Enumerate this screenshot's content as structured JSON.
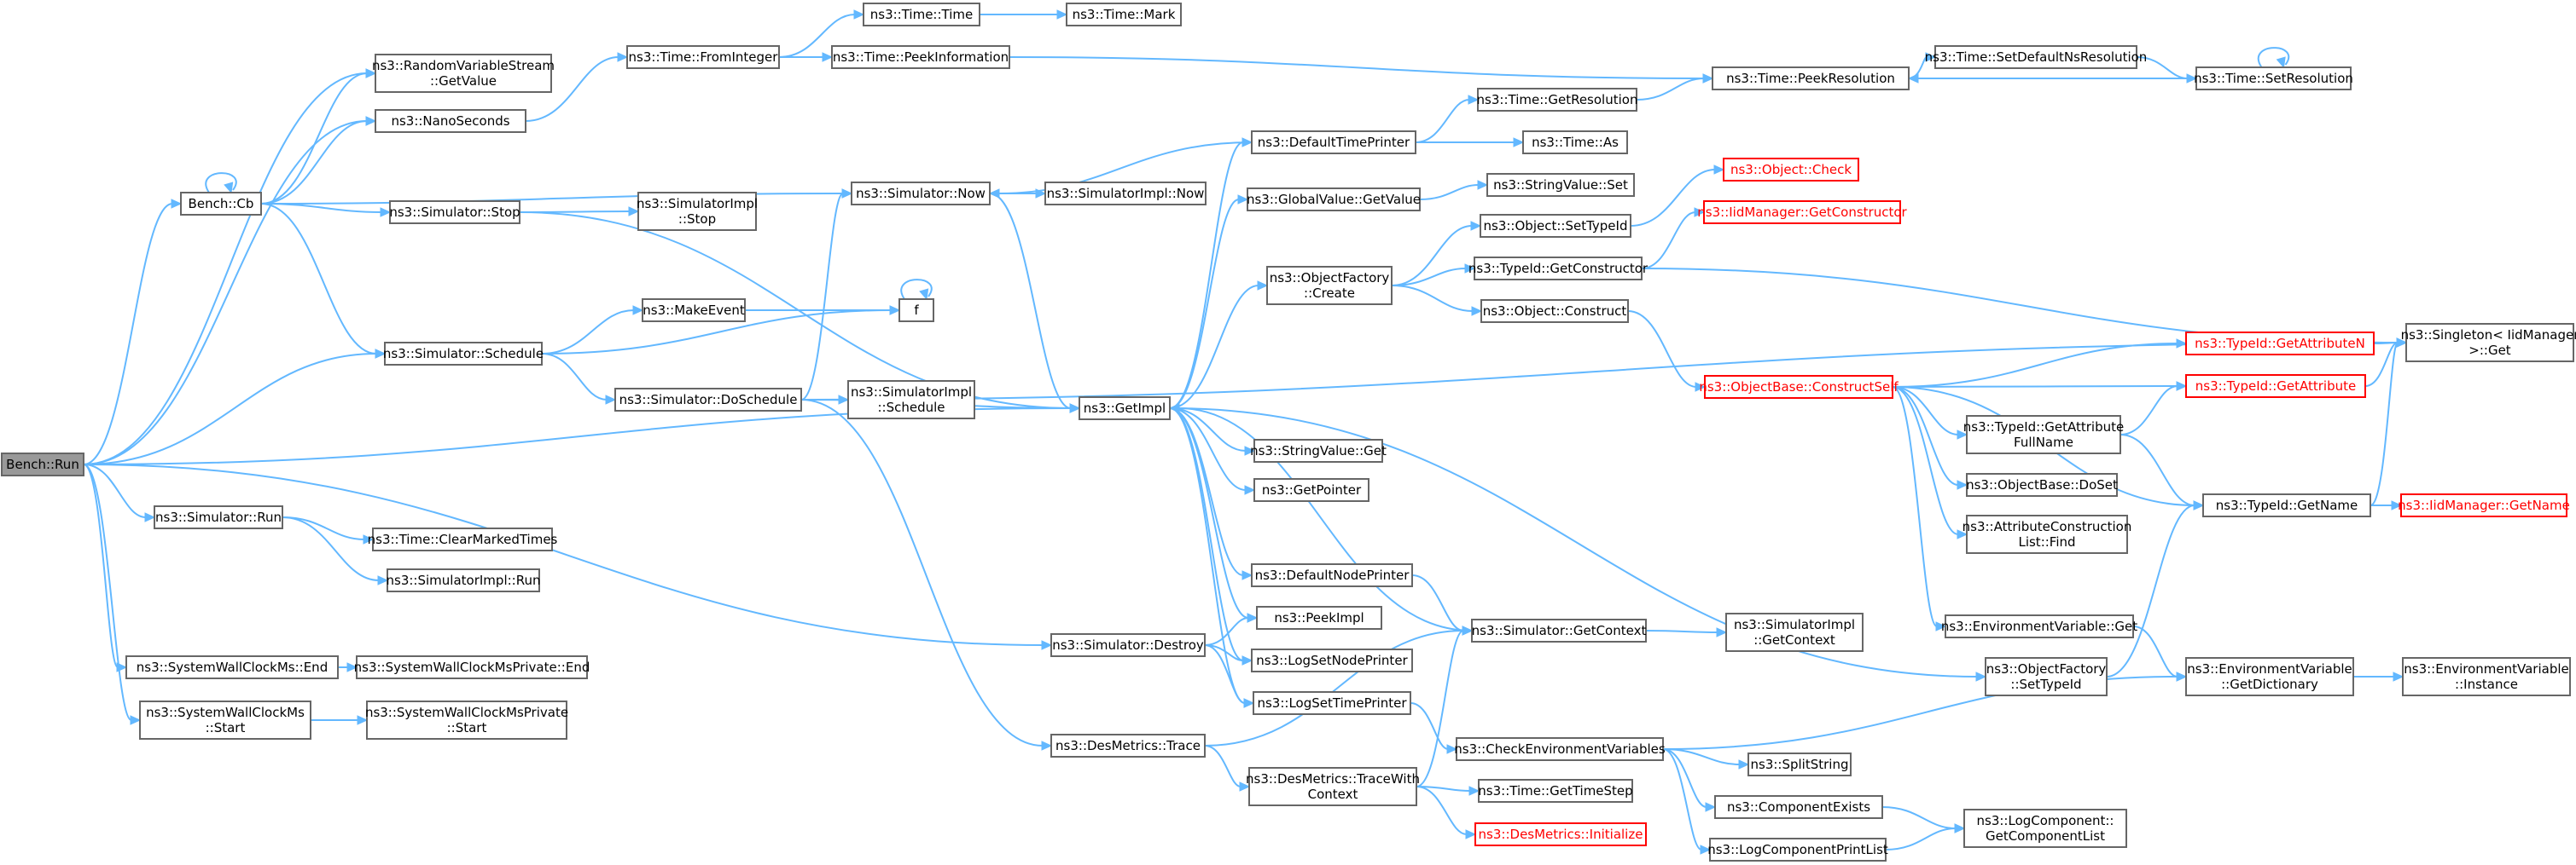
{
  "colors": {
    "edge": "#63b8ff",
    "node_border": "#666666",
    "root_fill": "#999999",
    "truncated_border": "#ff0000",
    "background": "#ffffff"
  },
  "nodes": [
    {
      "id": "run",
      "lines": [
        "Bench::Run"
      ],
      "root": true
    },
    {
      "id": "cb",
      "lines": [
        "Bench::Cb"
      ]
    },
    {
      "id": "rvs",
      "lines": [
        "ns3::RandomVariableStream",
        "::GetValue"
      ]
    },
    {
      "id": "nano",
      "lines": [
        "ns3::NanoSeconds"
      ]
    },
    {
      "id": "fromint",
      "lines": [
        "ns3::Time::FromInteger"
      ]
    },
    {
      "id": "ttime",
      "lines": [
        "ns3::Time::Time"
      ]
    },
    {
      "id": "tmark",
      "lines": [
        "ns3::Time::Mark"
      ]
    },
    {
      "id": "tpeekinfo",
      "lines": [
        "ns3::Time::PeekInformation"
      ]
    },
    {
      "id": "tpeekres",
      "lines": [
        "ns3::Time::PeekResolution"
      ]
    },
    {
      "id": "tsetdef",
      "lines": [
        "ns3::Time::SetDefaultNsResolution"
      ]
    },
    {
      "id": "tsetres",
      "lines": [
        "ns3::Time::SetResolution"
      ]
    },
    {
      "id": "tgetres",
      "lines": [
        "ns3::Time::GetResolution"
      ]
    },
    {
      "id": "tas",
      "lines": [
        "ns3::Time::As"
      ]
    },
    {
      "id": "deftp",
      "lines": [
        "ns3::DefaultTimePrinter"
      ]
    },
    {
      "id": "simnow",
      "lines": [
        "ns3::Simulator::Now"
      ]
    },
    {
      "id": "simimplnow",
      "lines": [
        "ns3::SimulatorImpl::Now"
      ]
    },
    {
      "id": "simstop",
      "lines": [
        "ns3::Simulator::Stop"
      ]
    },
    {
      "id": "simimplstop",
      "lines": [
        "ns3::SimulatorImpl",
        "::Stop"
      ]
    },
    {
      "id": "gvget",
      "lines": [
        "ns3::GlobalValue::GetValue"
      ]
    },
    {
      "id": "svset",
      "lines": [
        "ns3::StringValue::Set"
      ]
    },
    {
      "id": "objcheck",
      "lines": [
        "ns3::Object::Check"
      ],
      "truncated": true
    },
    {
      "id": "iidgetctor",
      "lines": [
        "ns3::IidManager::GetConstructor"
      ],
      "truncated": true
    },
    {
      "id": "objsettid",
      "lines": [
        "ns3::Object::SetTypeId"
      ]
    },
    {
      "id": "ofcreate",
      "lines": [
        "ns3::ObjectFactory",
        "::Create"
      ]
    },
    {
      "id": "tidgetctor",
      "lines": [
        "ns3::TypeId::GetConstructor"
      ]
    },
    {
      "id": "objconstruct",
      "lines": [
        "ns3::Object::Construct"
      ]
    },
    {
      "id": "singleton",
      "lines": [
        "ns3::Singleton< IidManager",
        ">::Get"
      ]
    },
    {
      "id": "makeevent",
      "lines": [
        "ns3::MakeEvent"
      ]
    },
    {
      "id": "f",
      "lines": [
        "f"
      ]
    },
    {
      "id": "simsched",
      "lines": [
        "ns3::Simulator::Schedule"
      ]
    },
    {
      "id": "simdosched",
      "lines": [
        "ns3::Simulator::DoSchedule"
      ]
    },
    {
      "id": "simimplsched",
      "lines": [
        "ns3::SimulatorImpl",
        "::Schedule"
      ]
    },
    {
      "id": "obconstructself",
      "lines": [
        "ns3::ObjectBase::ConstructSelf"
      ],
      "truncated": true
    },
    {
      "id": "tidgetattrn",
      "lines": [
        "ns3::TypeId::GetAttributeN"
      ],
      "truncated": true
    },
    {
      "id": "tidgetattr",
      "lines": [
        "ns3::TypeId::GetAttribute"
      ],
      "truncated": true
    },
    {
      "id": "tidgetattrfull",
      "lines": [
        "ns3::TypeId::GetAttribute",
        "FullName"
      ]
    },
    {
      "id": "getimpl",
      "lines": [
        "ns3::GetImpl"
      ]
    },
    {
      "id": "svget",
      "lines": [
        "ns3::StringValue::Get"
      ]
    },
    {
      "id": "getpointer",
      "lines": [
        "ns3::GetPointer"
      ]
    },
    {
      "id": "obdoset",
      "lines": [
        "ns3::ObjectBase::DoSet"
      ]
    },
    {
      "id": "tidgetname",
      "lines": [
        "ns3::TypeId::GetName"
      ]
    },
    {
      "id": "iidgetname",
      "lines": [
        "ns3::IidManager::GetName"
      ],
      "truncated": true
    },
    {
      "id": "acfind",
      "lines": [
        "ns3::AttributeConstruction",
        "List::Find"
      ]
    },
    {
      "id": "simrun",
      "lines": [
        "ns3::Simulator::Run"
      ]
    },
    {
      "id": "tclear",
      "lines": [
        "ns3::Time::ClearMarkedTimes"
      ]
    },
    {
      "id": "simimplrun",
      "lines": [
        "ns3::SimulatorImpl::Run"
      ]
    },
    {
      "id": "defnp",
      "lines": [
        "ns3::DefaultNodePrinter"
      ]
    },
    {
      "id": "peekimpl",
      "lines": [
        "ns3::PeekImpl"
      ]
    },
    {
      "id": "envget",
      "lines": [
        "ns3::EnvironmentVariable::Get"
      ]
    },
    {
      "id": "simdestroy",
      "lines": [
        "ns3::Simulator::Destroy"
      ]
    },
    {
      "id": "simgetctx",
      "lines": [
        "ns3::Simulator::GetContext"
      ]
    },
    {
      "id": "simimplgetctx",
      "lines": [
        "ns3::SimulatorImpl",
        "::GetContext"
      ]
    },
    {
      "id": "logsetnp",
      "lines": [
        "ns3::LogSetNodePrinter"
      ]
    },
    {
      "id": "ofsettid",
      "lines": [
        "ns3::ObjectFactory",
        "::SetTypeId"
      ]
    },
    {
      "id": "envgetdict",
      "lines": [
        "ns3::EnvironmentVariable",
        "::GetDictionary"
      ]
    },
    {
      "id": "envinst",
      "lines": [
        "ns3::EnvironmentVariable",
        "::Instance"
      ]
    },
    {
      "id": "swcend",
      "lines": [
        "ns3::SystemWallClockMs::End"
      ]
    },
    {
      "id": "swcpend",
      "lines": [
        "ns3::SystemWallClockMsPrivate::End"
      ]
    },
    {
      "id": "swcstart",
      "lines": [
        "ns3::SystemWallClockMs",
        "::Start"
      ]
    },
    {
      "id": "swcpstart",
      "lines": [
        "ns3::SystemWallClockMsPrivate",
        "::Start"
      ]
    },
    {
      "id": "logsettp",
      "lines": [
        "ns3::LogSetTimePrinter"
      ]
    },
    {
      "id": "dmtrace",
      "lines": [
        "ns3::DesMetrics::Trace"
      ]
    },
    {
      "id": "checkenv",
      "lines": [
        "ns3::CheckEnvironmentVariables"
      ]
    },
    {
      "id": "splitstring",
      "lines": [
        "ns3::SplitString"
      ]
    },
    {
      "id": "dmtracewith",
      "lines": [
        "ns3::DesMetrics::TraceWith",
        "Context"
      ]
    },
    {
      "id": "tgettimestep",
      "lines": [
        "ns3::Time::GetTimeStep"
      ]
    },
    {
      "id": "compexists",
      "lines": [
        "ns3::ComponentExists"
      ]
    },
    {
      "id": "lcgetlist",
      "lines": [
        "ns3::LogComponent::",
        "GetComponentList"
      ]
    },
    {
      "id": "dminit",
      "lines": [
        "ns3::DesMetrics::Initialize"
      ],
      "truncated": true
    },
    {
      "id": "lcprint",
      "lines": [
        "ns3::LogComponentPrintList"
      ]
    }
  ],
  "edges": [
    [
      "run",
      "cb"
    ],
    [
      "run",
      "rvs"
    ],
    [
      "run",
      "nano"
    ],
    [
      "run",
      "simsched"
    ],
    [
      "run",
      "getimpl"
    ],
    [
      "run",
      "simrun"
    ],
    [
      "run",
      "simdestroy"
    ],
    [
      "run",
      "swcend"
    ],
    [
      "run",
      "swcstart"
    ],
    [
      "cb",
      "cb"
    ],
    [
      "cb",
      "rvs"
    ],
    [
      "cb",
      "nano"
    ],
    [
      "cb",
      "simnow"
    ],
    [
      "cb",
      "simstop"
    ],
    [
      "cb",
      "simsched"
    ],
    [
      "nano",
      "fromint"
    ],
    [
      "fromint",
      "ttime"
    ],
    [
      "fromint",
      "tpeekinfo"
    ],
    [
      "ttime",
      "tmark"
    ],
    [
      "tpeekinfo",
      "tpeekres"
    ],
    [
      "tpeekres",
      "tsetdef"
    ],
    [
      "tsetdef",
      "tsetres"
    ],
    [
      "tsetres",
      "tsetres"
    ],
    [
      "tsetres",
      "tpeekres"
    ],
    [
      "simstop",
      "simimplstop"
    ],
    [
      "simstop",
      "getimpl"
    ],
    [
      "simnow",
      "simimplnow"
    ],
    [
      "simnow",
      "getimpl"
    ],
    [
      "simsched",
      "makeevent"
    ],
    [
      "simsched",
      "f"
    ],
    [
      "simsched",
      "simdosched"
    ],
    [
      "makeevent",
      "f"
    ],
    [
      "f",
      "f"
    ],
    [
      "simdosched",
      "simnow"
    ],
    [
      "simdosched",
      "simimplsched"
    ],
    [
      "simdosched",
      "getimpl"
    ],
    [
      "simdosched",
      "dmtrace"
    ],
    [
      "simdosched",
      "singleton"
    ],
    [
      "simrun",
      "tclear"
    ],
    [
      "simrun",
      "simimplrun"
    ],
    [
      "simdestroy",
      "peekimpl"
    ],
    [
      "simdestroy",
      "logsetnp"
    ],
    [
      "simdestroy",
      "logsettp"
    ],
    [
      "swcend",
      "swcpend"
    ],
    [
      "swcstart",
      "swcpstart"
    ],
    [
      "getimpl",
      "deftp"
    ],
    [
      "getimpl",
      "gvget"
    ],
    [
      "getimpl",
      "ofcreate"
    ],
    [
      "getimpl",
      "svget"
    ],
    [
      "getimpl",
      "getpointer"
    ],
    [
      "getimpl",
      "defnp"
    ],
    [
      "getimpl",
      "peekimpl"
    ],
    [
      "getimpl",
      "logsetnp"
    ],
    [
      "getimpl",
      "logsettp"
    ],
    [
      "getimpl",
      "ofsettid"
    ],
    [
      "deftp",
      "simnow"
    ],
    [
      "deftp",
      "tgetres"
    ],
    [
      "deftp",
      "tas"
    ],
    [
      "tgetres",
      "tpeekres"
    ],
    [
      "gvget",
      "svset"
    ],
    [
      "ofcreate",
      "objsettid"
    ],
    [
      "ofcreate",
      "tidgetctor"
    ],
    [
      "ofcreate",
      "objconstruct"
    ],
    [
      "objsettid",
      "objcheck"
    ],
    [
      "tidgetctor",
      "iidgetctor"
    ],
    [
      "tidgetctor",
      "singleton"
    ],
    [
      "objconstruct",
      "obconstructself"
    ],
    [
      "obconstructself",
      "tidgetattrn"
    ],
    [
      "obconstructself",
      "tidgetattr"
    ],
    [
      "obconstructself",
      "tidgetattrfull"
    ],
    [
      "obconstructself",
      "obdoset"
    ],
    [
      "obconstructself",
      "acfind"
    ],
    [
      "obconstructself",
      "tidgetname"
    ],
    [
      "obconstructself",
      "envget"
    ],
    [
      "tidgetattrn",
      "singleton"
    ],
    [
      "tidgetattr",
      "singleton"
    ],
    [
      "tidgetattrfull",
      "tidgetattr"
    ],
    [
      "tidgetattrfull",
      "tidgetname"
    ],
    [
      "tidgetname",
      "iidgetname"
    ],
    [
      "tidgetname",
      "singleton"
    ],
    [
      "envget",
      "envgetdict"
    ],
    [
      "envgetdict",
      "envinst"
    ],
    [
      "ofsettid",
      "tidgetname"
    ],
    [
      "defnp",
      "simgetctx"
    ],
    [
      "simgetctx",
      "getimpl"
    ],
    [
      "simgetctx",
      "simimplgetctx"
    ],
    [
      "logsettp",
      "checkenv"
    ],
    [
      "dmtrace",
      "simgetctx"
    ],
    [
      "dmtrace",
      "dmtracewith"
    ],
    [
      "dmtracewith",
      "simgetctx"
    ],
    [
      "dmtracewith",
      "tgettimestep"
    ],
    [
      "dmtracewith",
      "dminit"
    ],
    [
      "checkenv",
      "envgetdict"
    ],
    [
      "checkenv",
      "splitstring"
    ],
    [
      "checkenv",
      "compexists"
    ],
    [
      "checkenv",
      "lcprint"
    ],
    [
      "compexists",
      "lcgetlist"
    ],
    [
      "lcprint",
      "lcgetlist"
    ]
  ]
}
